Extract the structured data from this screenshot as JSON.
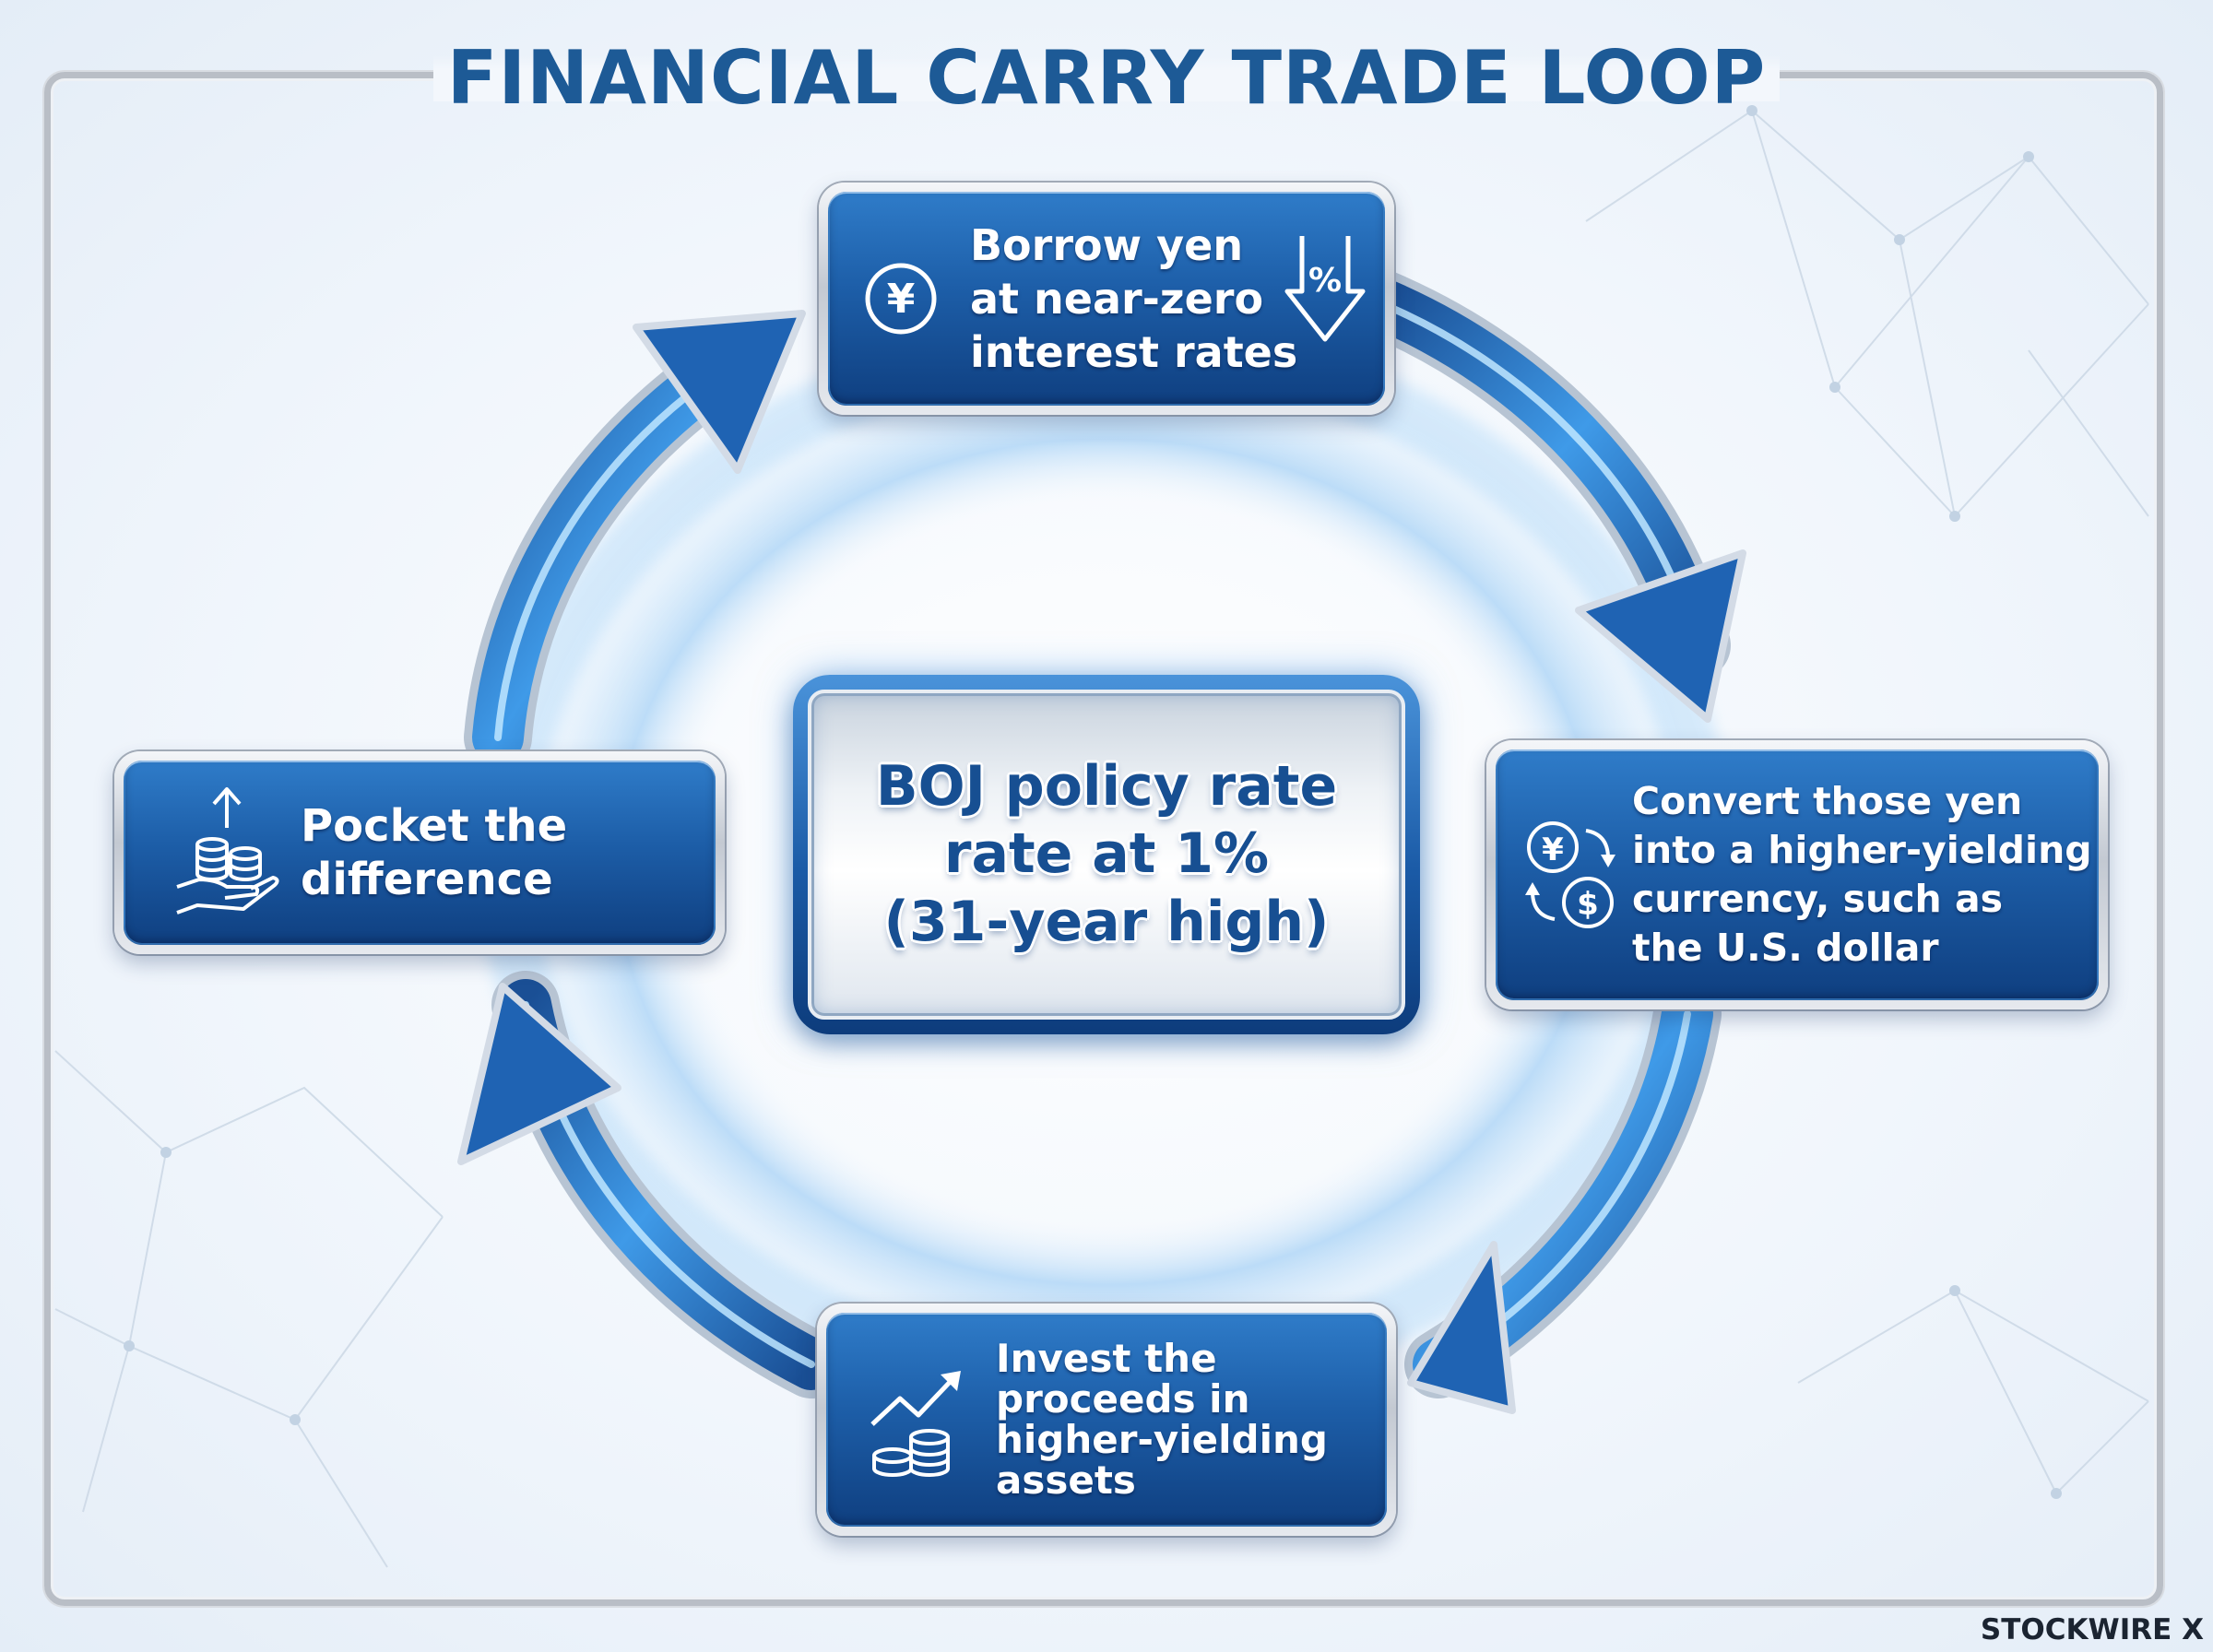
{
  "title": "FINANCIAL CARRY TRADE LOOP",
  "center": {
    "lines": [
      "BOJ policy rate",
      "rate at 1%",
      "(31-year high)"
    ]
  },
  "steps": {
    "borrow": {
      "lines": [
        "Borrow yen",
        "at near-zero",
        "interest rates"
      ],
      "icon": "yen-coin-icon",
      "icon2": "percent-down-arrow-icon"
    },
    "convert": {
      "lines": [
        "Convert those yen",
        "into a higher-yielding",
        "currency, such as",
        "the U.S. dollar"
      ],
      "icon": "currency-exchange-icon"
    },
    "invest": {
      "lines": [
        "Invest the",
        "proceeds in",
        "higher-yielding",
        "assets"
      ],
      "icon": "growth-coins-icon"
    },
    "pocket": {
      "lines": [
        "Pocket the",
        "difference"
      ],
      "icon": "hand-coins-icon"
    }
  },
  "icon_glyphs": {
    "yen": "¥",
    "dollar": "$",
    "percent": "%"
  },
  "brand": "STOCKWIRE X",
  "colors": {
    "title": "#1d5a96",
    "box": "#1d5ea8",
    "center_text": "#174f92",
    "glow": "#4aa3f0"
  }
}
